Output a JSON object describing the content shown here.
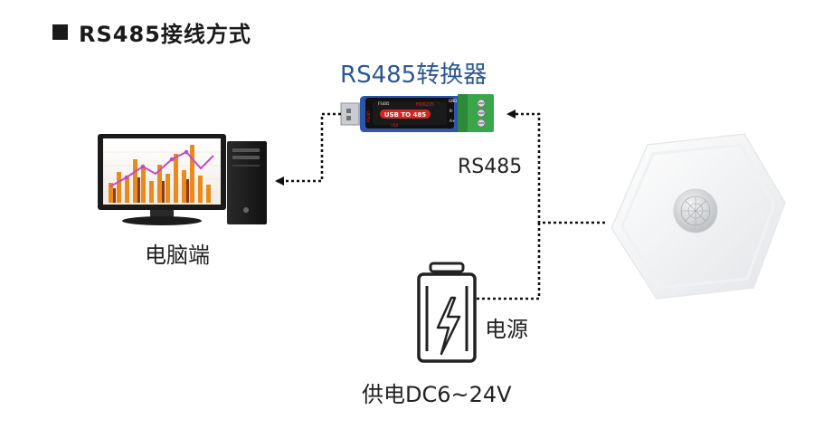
{
  "title": "RS485接线方式",
  "converter": {
    "label": "RS485转换器",
    "board_text": "USB TO 485",
    "model_text": "HD6205",
    "top_text": "FS485",
    "side_text": "RS485",
    "terminals": [
      "GND",
      "B-",
      "A+"
    ],
    "usb_mark": "USB"
  },
  "bus_label": "RS485",
  "pc_label": "电脑端",
  "power_label": "电源",
  "supply_label": "供电DC6~24V",
  "colors": {
    "converter_label": "#2b5797",
    "board_red": "#d9231f",
    "board_blue": "#2d56a8",
    "terminal_green": "#3aa64a",
    "bars_orange": "#e98a1c",
    "line_purple": "#c04bd0"
  }
}
